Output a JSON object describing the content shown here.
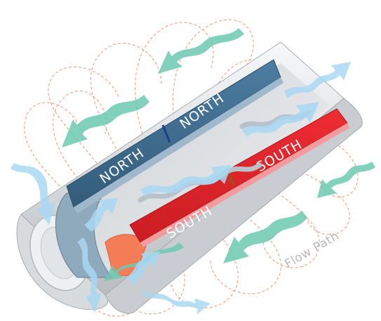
{
  "labels": {
    "north_left": "NORTH",
    "north_right": "NORTH",
    "south_left": "SOUTH",
    "south_right": "SOUTH",
    "flow_path": "Flow Path"
  },
  "colors": {
    "north": "#3f6d8f",
    "south": "#e8232a",
    "pipe": "#e4e6e8",
    "field_lines": "#f3a07c",
    "flow_in": "#6cc9b0",
    "flow_out": "#a9d8f3",
    "core": "#f47c57"
  },
  "icons": {
    "incoming_flow": "teal-wavy-arrow-icon",
    "outgoing_flow": "light-blue-wavy-arrow-icon"
  }
}
